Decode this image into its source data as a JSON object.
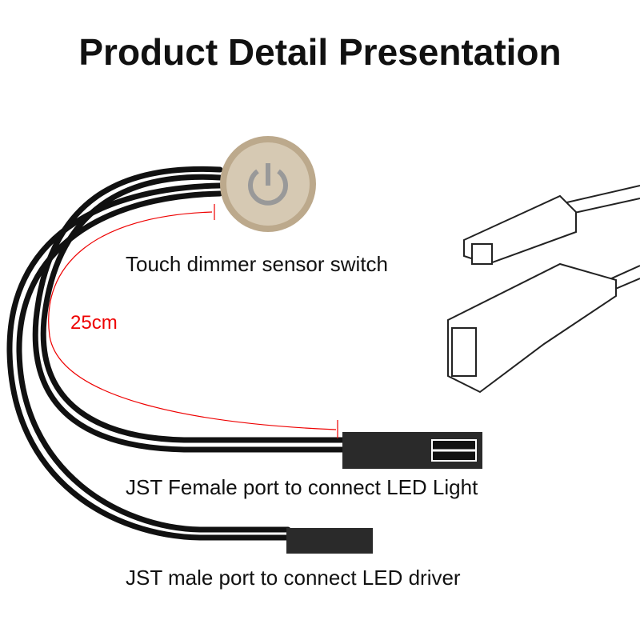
{
  "title": "Product Detail Presentation",
  "labels": {
    "switch": "Touch dimmer sensor switch",
    "female": "JST Female port to connect LED Light",
    "male": "JST male port to connect LED driver",
    "distance": "25cm"
  },
  "colors": {
    "accent": "#e00000",
    "cable": "#111111",
    "switch": "#c8b9a0"
  }
}
